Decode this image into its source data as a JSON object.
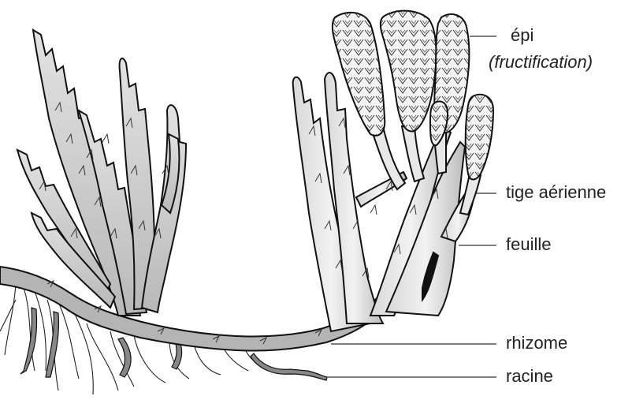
{
  "labels": {
    "epi": "épi",
    "fructification": "(fructification)",
    "tige_aerienne": "tige aérienne",
    "feuille": "feuille",
    "rhizome": "rhizome",
    "racine": "racine"
  },
  "colors": {
    "outline": "#1a1a1a",
    "plant_fill": "#c8c8c8",
    "plant_light": "#e6e6e6",
    "rhizome_fill": "#a8a8a8",
    "leader_line": "#333333"
  }
}
